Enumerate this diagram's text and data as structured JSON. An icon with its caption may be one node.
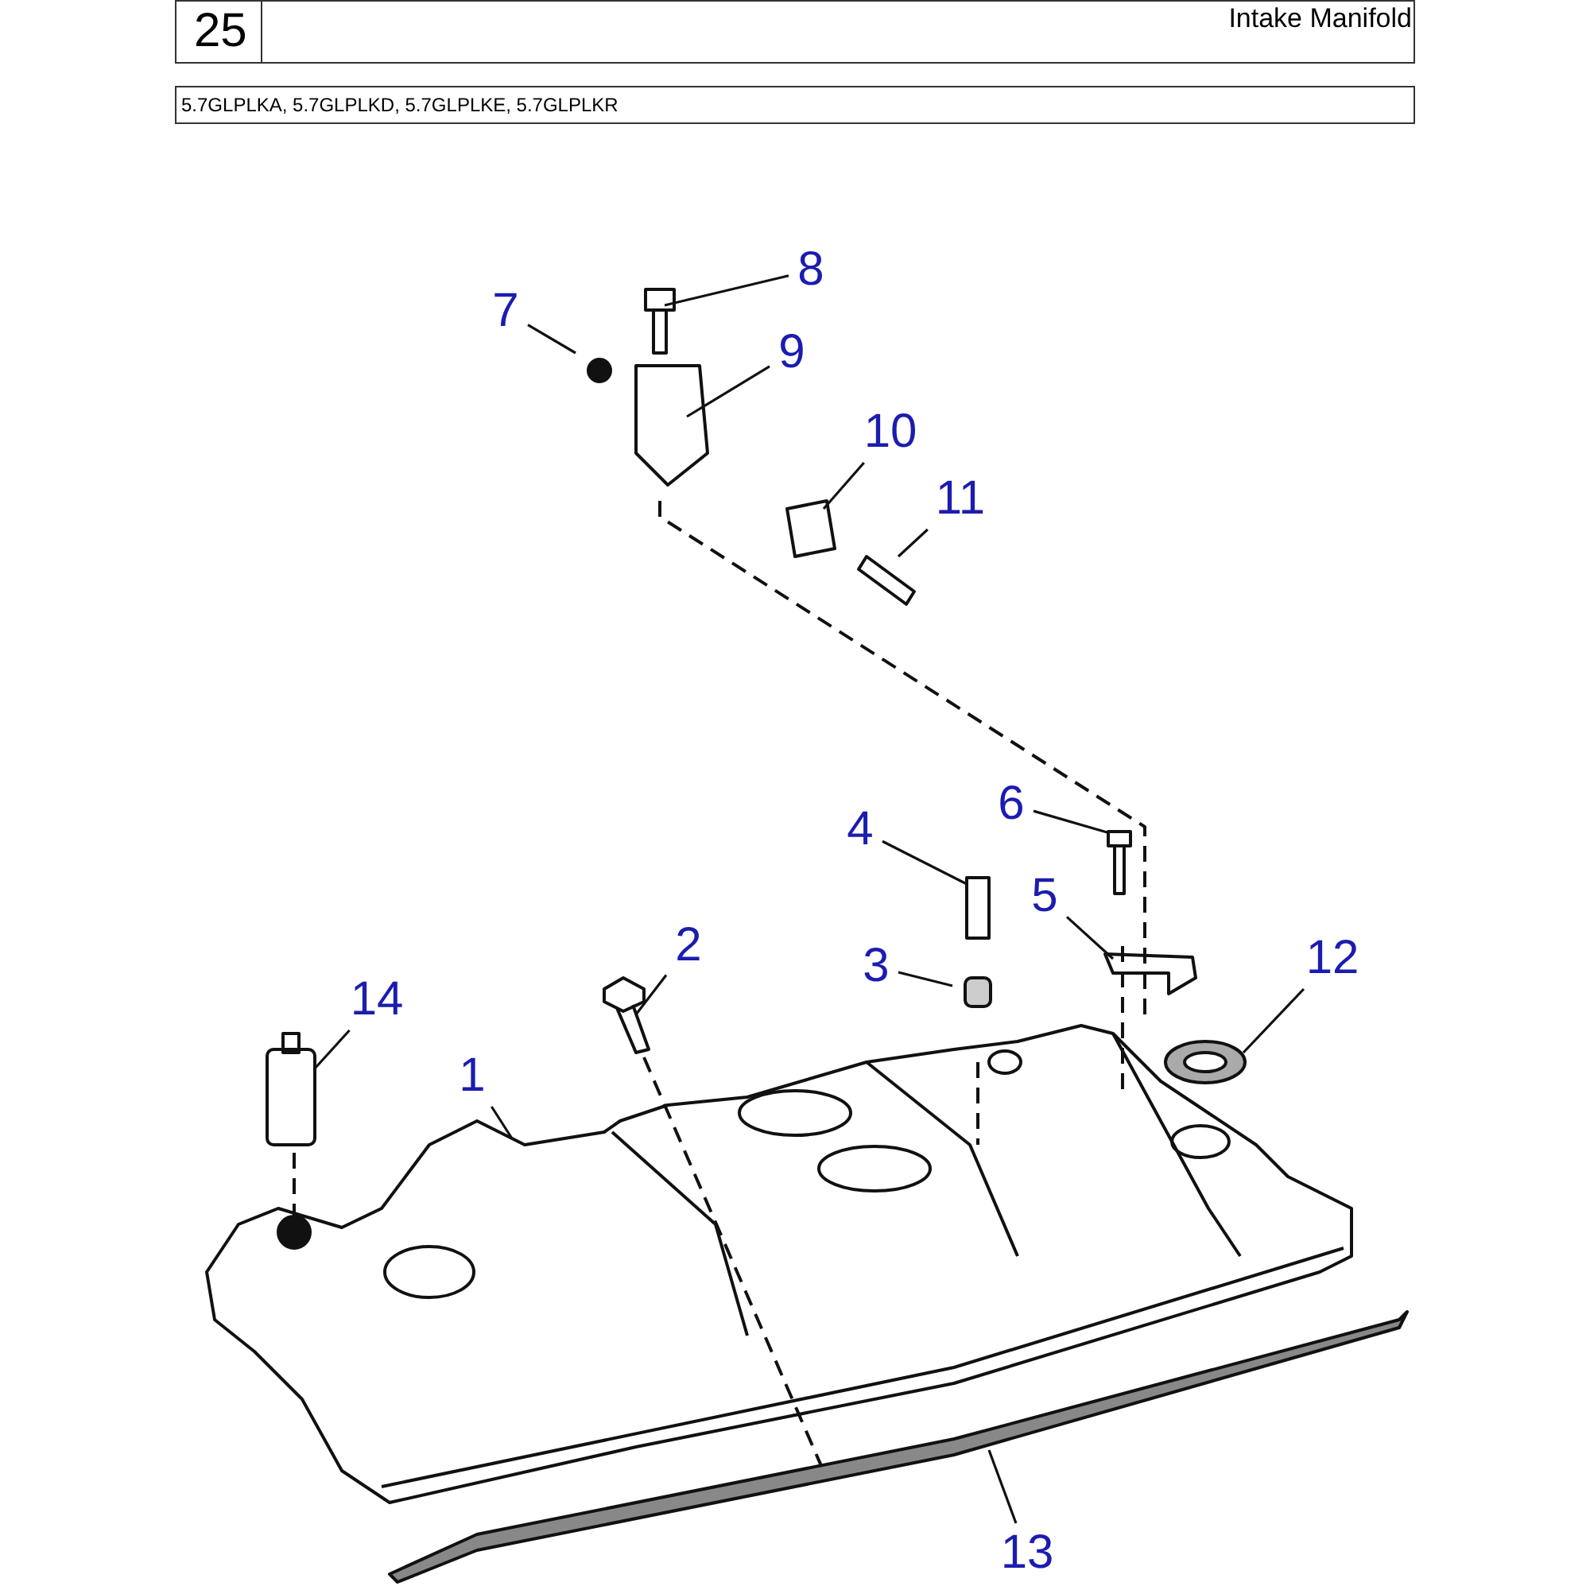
{
  "diagram": {
    "title": "Intake Manifold",
    "nodes": [
      {
        "text": [
          "8"
        ]
      },
      {
        "text": [
          "7"
        ]
      },
      {
        "text": [
          "9"
        ]
      },
      {
        "text": [
          "10"
        ]
      },
      {
        "text": [
          "11"
        ]
      },
      {
        "text": [
          "6"
        ]
      },
      {
        "text": [
          "4"
        ]
      },
      {
        "text": [
          "5"
        ]
      },
      {
        "text": [
          "12"
        ]
      },
      {
        "text": [
          "3"
        ]
      },
      {
        "text": [
          "2"
        ]
      },
      {
        "text": [
          "14"
        ]
      },
      {
        "text": [
          "1"
        ]
      },
      {
        "text": [
          "13"
        ]
      }
    ],
    "edges": [
      {
        "from": 0,
        "to": null,
        "arrow": "none"
      },
      {
        "from": 1,
        "to": null,
        "arrow": "none"
      },
      {
        "from": 2,
        "to": null,
        "arrow": "none"
      },
      {
        "from": 3,
        "to": null,
        "arrow": "none"
      },
      {
        "from": 4,
        "to": null,
        "arrow": "none"
      },
      {
        "from": 5,
        "to": null,
        "arrow": "none"
      },
      {
        "from": 6,
        "to": null,
        "arrow": "none"
      },
      {
        "from": 7,
        "to": null,
        "arrow": "none"
      },
      {
        "from": 8,
        "to": null,
        "arrow": "none"
      },
      {
        "from": 9,
        "to": null,
        "arrow": "none"
      },
      {
        "from": 10,
        "to": null,
        "arrow": "none"
      },
      {
        "from": 11,
        "to": null,
        "arrow": "none"
      },
      {
        "from": 12,
        "to": null,
        "arrow": "none"
      },
      {
        "from": 13,
        "to": null,
        "arrow": "none"
      }
    ],
    "labels": [
      "25",
      "5.7GLPLKA, 5.7GLPLKD, 5.7GLPLKE, 5.7GLPLKR"
    ]
  }
}
